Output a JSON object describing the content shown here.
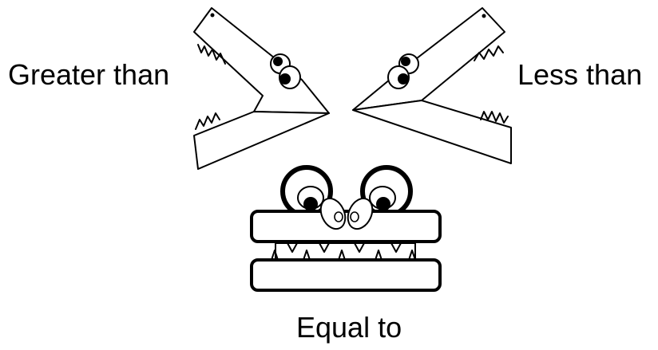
{
  "labels": {
    "greater": "Greater than",
    "less": "Less than",
    "equal": "Equal to"
  },
  "colors": {
    "stroke": "#000000",
    "fill": "#ffffff"
  }
}
